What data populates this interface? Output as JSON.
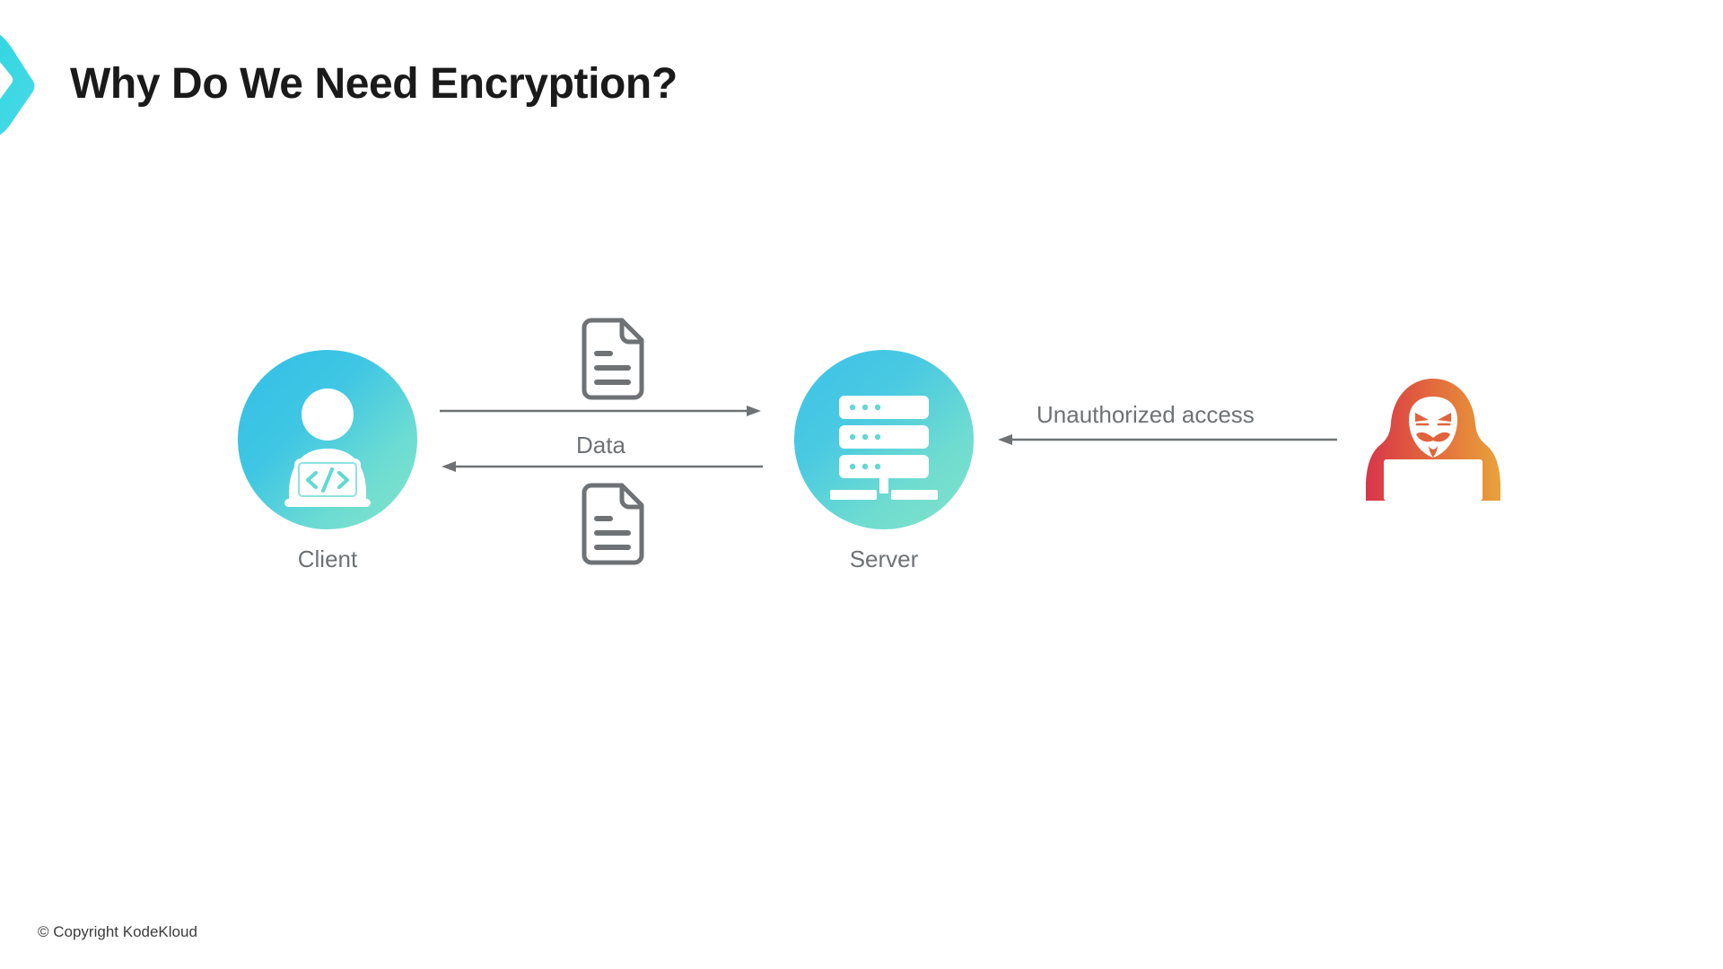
{
  "slide": {
    "title": "Why Do We Need Encryption?",
    "background_color": "#ffffff",
    "title_color": "#1a1a1a"
  },
  "brand": {
    "chevron_icon": "chevron-right-icon",
    "gradient_from": "#24c6dc",
    "gradient_to": "#5ce1e6"
  },
  "diagram": {
    "nodes": [
      {
        "id": "client",
        "label": "Client",
        "icon": "person-with-laptop-icon",
        "laptop_glyph": "</>",
        "gradient_from": "#33bfe6",
        "gradient_to": "#84e3c8"
      },
      {
        "id": "server",
        "label": "Server",
        "icon": "server-rack-icon",
        "rack_units": 3,
        "dots_per_unit": 3,
        "gradient_from": "#3cc3e8",
        "gradient_to": "#82e2c9"
      },
      {
        "id": "hacker",
        "label": "",
        "icon": "hooded-hacker-mask-icon",
        "gradient_from": "#d93a4a",
        "gradient_to": "#e89b3c"
      }
    ],
    "documents": [
      {
        "id": "doc-top",
        "icon": "document-icon",
        "lines": 3
      },
      {
        "id": "doc-bottom",
        "icon": "document-icon",
        "lines": 3
      }
    ],
    "connectors": [
      {
        "id": "client-to-server",
        "label": "",
        "direction": "right",
        "from": "client",
        "to": "server",
        "color": "#6e7275"
      },
      {
        "id": "server-to-client",
        "label": "",
        "direction": "left",
        "from": "server",
        "to": "client",
        "color": "#6e7275"
      },
      {
        "id": "hacker-to-server",
        "label": "Unauthorized access",
        "direction": "left",
        "from": "hacker",
        "to": "server",
        "color": "#6e7275"
      }
    ],
    "edge_labels": {
      "data": "Data",
      "unauthorized": "Unauthorized access"
    },
    "label_color": "#6e7275"
  },
  "footer": {
    "copyright": "© Copyright KodeKloud"
  }
}
